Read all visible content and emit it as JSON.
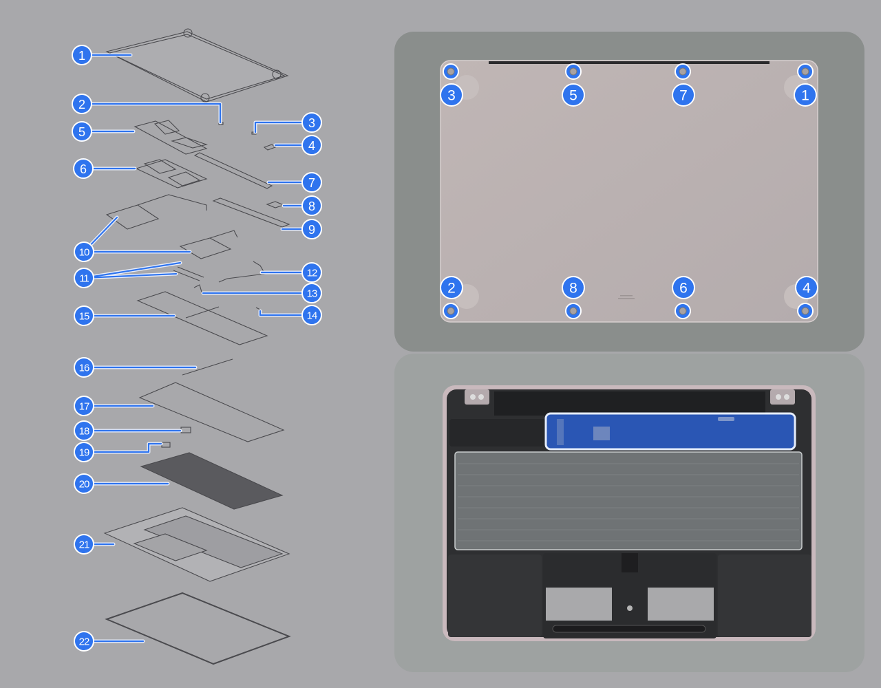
{
  "diagram": {
    "title": "Exploded view of laptop components",
    "callouts": [
      {
        "n": "1",
        "label": "1"
      },
      {
        "n": "2",
        "label": "2"
      },
      {
        "n": "3",
        "label": "3"
      },
      {
        "n": "4",
        "label": "4"
      },
      {
        "n": "5",
        "label": "5"
      },
      {
        "n": "6",
        "label": "6"
      },
      {
        "n": "7",
        "label": "7"
      },
      {
        "n": "8",
        "label": "8"
      },
      {
        "n": "9",
        "label": "9"
      },
      {
        "n": "10",
        "label": "10"
      },
      {
        "n": "11",
        "label": "11"
      },
      {
        "n": "12",
        "label": "12"
      },
      {
        "n": "13",
        "label": "13"
      },
      {
        "n": "14",
        "label": "14"
      },
      {
        "n": "15",
        "label": "15"
      },
      {
        "n": "16",
        "label": "16"
      },
      {
        "n": "17",
        "label": "17"
      },
      {
        "n": "18",
        "label": "18"
      },
      {
        "n": "19",
        "label": "19"
      },
      {
        "n": "20",
        "label": "20"
      },
      {
        "n": "21",
        "label": "21"
      },
      {
        "n": "22",
        "label": "22"
      }
    ]
  },
  "bottom_case_view": {
    "description": "Bottom case screw removal order",
    "screw_labels": [
      "3",
      "5",
      "7",
      "1",
      "2",
      "8",
      "6",
      "4"
    ]
  },
  "internal_view": {
    "description": "Internal view with logic board highlighted",
    "highlight": "logic-board"
  },
  "colors": {
    "background": "#a8a8ab",
    "badge_blue": "#2f74ee",
    "badge_border": "#ffffff",
    "panel_top": "#8a8e8c",
    "panel_bottom": "#9ea2a1",
    "laptop_body": "#b9b0b0",
    "highlight": "#2a5cc6"
  }
}
